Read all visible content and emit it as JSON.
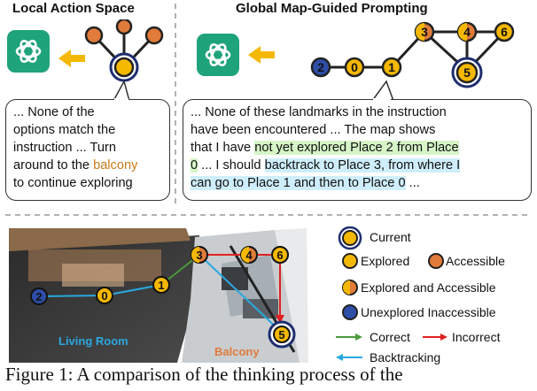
{
  "left_panel": {
    "title": "Local Action Space",
    "bubble": {
      "line1": "... None of the",
      "line2": "options match the",
      "line3": "instruction ... Turn",
      "line4_pre": "around to the ",
      "line4_hl": "balcony",
      "line5": "to continue exploring"
    }
  },
  "right_panel": {
    "title": "Global Map-Guided Prompting",
    "bubble": {
      "line1": "... None of these landmarks in the instruction",
      "line2": "have been encountered ... The map shows",
      "line3_pre": "that I have ",
      "line3_hl": "not yet explored Place 2 from Place",
      "line4_hl": "0",
      "line4_mid": " ... I should ",
      "line4_hl2": "backtrack to Place 3, from where I",
      "line5_hl": "can go to Place 1 and then to Place 0",
      "line5_post": " ..."
    },
    "nodes": [
      {
        "label": "2",
        "state": "unexplored"
      },
      {
        "label": "0",
        "state": "explored"
      },
      {
        "label": "1",
        "state": "explored"
      },
      {
        "label": "3",
        "state": "explored-accessible"
      },
      {
        "label": "4",
        "state": "explored-accessible"
      },
      {
        "label": "6",
        "state": "explored"
      },
      {
        "label": "5",
        "state": "current"
      }
    ]
  },
  "scene": {
    "living_room": "Living Room",
    "balcony": "Balcony",
    "nodes": [
      "0",
      "1",
      "2",
      "3",
      "4",
      "5",
      "6"
    ]
  },
  "legend": {
    "current": "Current",
    "explored": "Explored",
    "accessible": "Accessible",
    "explored_accessible": "Explored and Accessible",
    "unexplored": "Unexplored Inaccessible",
    "correct": "Correct",
    "incorrect": "Incorrect",
    "backtracking": "Backtracking"
  },
  "colors": {
    "explored": "#f5b800",
    "accessible": "#e07b39",
    "unexplored": "#2e4ea8",
    "correct": "#4a9a3a",
    "incorrect": "#e02020",
    "backtracking": "#2aa8e0",
    "gpt_green": "#1fa37a",
    "arrow_yellow": "#f5b800"
  },
  "caption": "Figure 1: A comparison of the thinking process of the"
}
